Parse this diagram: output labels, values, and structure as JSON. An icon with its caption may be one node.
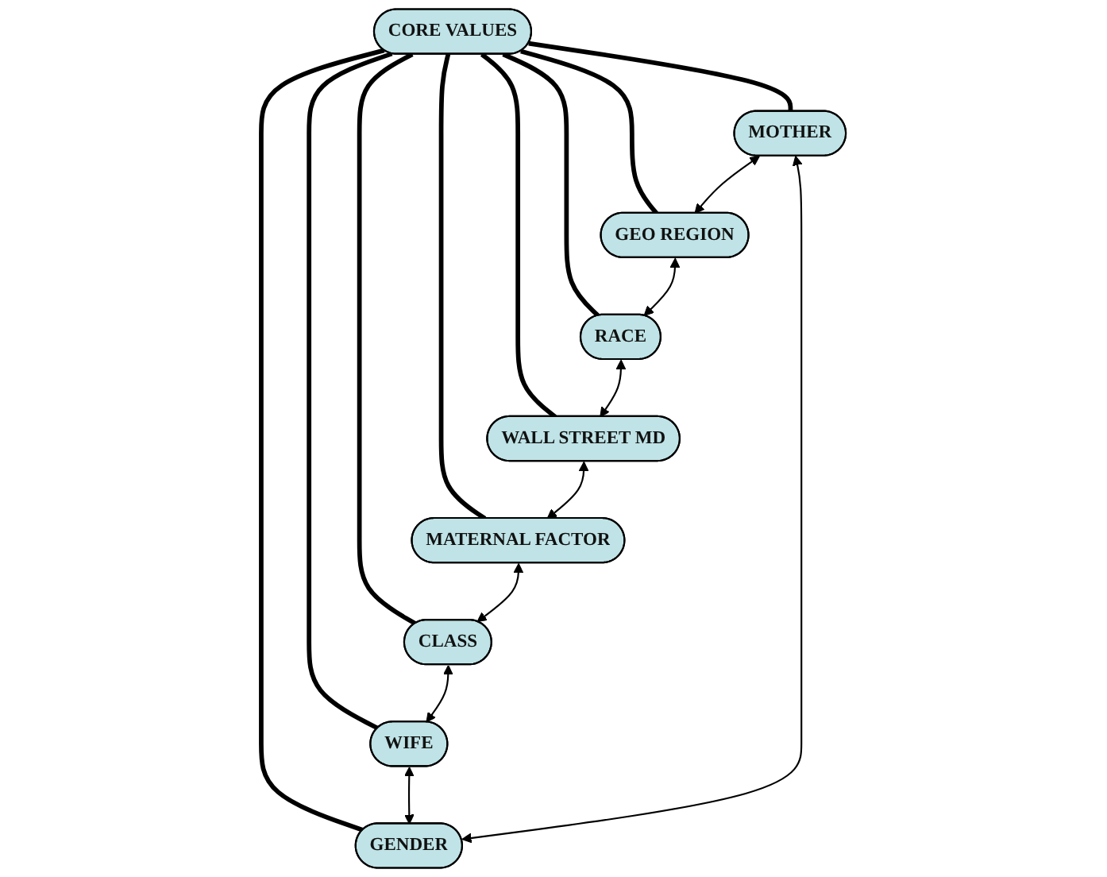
{
  "diagram": {
    "nodes": [
      {
        "text": [
          "MOTHER"
        ]
      },
      {
        "text": [
          "GENDER"
        ]
      },
      {
        "text": [
          "GEO REGION"
        ]
      },
      {
        "text": [
          "WIFE"
        ]
      },
      {
        "text": [
          "CORE VALUES"
        ]
      },
      {
        "text": [
          "RACE"
        ]
      },
      {
        "text": [
          "CLASS"
        ]
      },
      {
        "text": [
          "WALL STREET MD"
        ]
      },
      {
        "text": [
          "MATERNAL FACTOR"
        ]
      }
    ],
    "edges": [
      {
        "from": 4,
        "to": 0,
        "arrow": "none",
        "style": "thick"
      },
      {
        "from": 4,
        "to": 2,
        "arrow": "none",
        "style": "thick"
      },
      {
        "from": 4,
        "to": 5,
        "arrow": "none",
        "style": "thick"
      },
      {
        "from": 4,
        "to": 7,
        "arrow": "none",
        "style": "thick"
      },
      {
        "from": 4,
        "to": 8,
        "arrow": "none",
        "style": "thick"
      },
      {
        "from": 4,
        "to": 6,
        "arrow": "none",
        "style": "thick"
      },
      {
        "from": 4,
        "to": 3,
        "arrow": "none",
        "style": "thick"
      },
      {
        "from": 4,
        "to": 1,
        "arrow": "none",
        "style": "thick"
      },
      {
        "from": 1,
        "to": 0,
        "arrow": "both"
      },
      {
        "from": 0,
        "to": 2,
        "arrow": "both"
      },
      {
        "from": 2,
        "to": 5,
        "arrow": "both"
      },
      {
        "from": 5,
        "to": 7,
        "arrow": "both"
      },
      {
        "from": 7,
        "to": 8,
        "arrow": "both"
      },
      {
        "from": 8,
        "to": 6,
        "arrow": "both"
      },
      {
        "from": 6,
        "to": 3,
        "arrow": "both"
      },
      {
        "from": 3,
        "to": 1,
        "arrow": "both"
      }
    ]
  }
}
